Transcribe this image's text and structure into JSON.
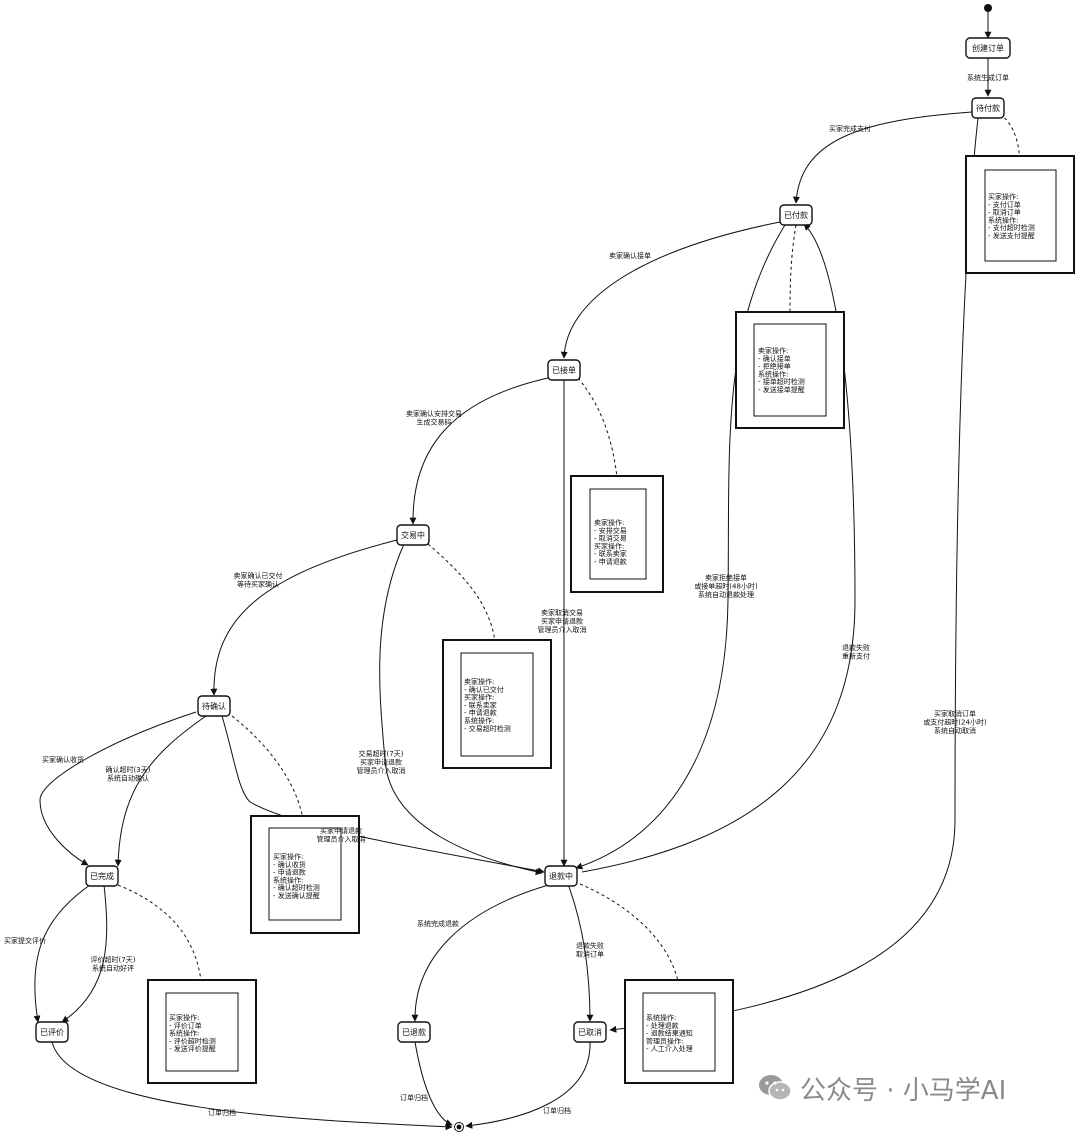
{
  "states": {
    "create": "创建订单",
    "pending_payment": "待付款",
    "paid": "已付款",
    "accepted": "已接单",
    "trading": "交易中",
    "pending_confirm": "待确认",
    "completed": "已完成",
    "reviewed": "已评价",
    "refunding": "退款中",
    "refunded": "已退款",
    "cancelled": "已取消"
  },
  "edges": {
    "create_to_pending": [
      "系统生成订单"
    ],
    "pending_to_paid": [
      "买家完成支付"
    ],
    "paid_to_accepted": [
      "卖家确认接单"
    ],
    "accepted_to_trading": [
      "卖家确认安排交易",
      "生成交易码"
    ],
    "trading_to_confirm": [
      "卖家确认已交付",
      "等待买家确认"
    ],
    "confirm_to_completed_buyer": [
      "买家确认收货"
    ],
    "confirm_to_completed_timeout": [
      "确认超时(3天)",
      "系统自动确认"
    ],
    "confirm_to_refunding": [
      "买家申请退款",
      "管理员介入取消"
    ],
    "trading_to_refunding": [
      "交易超时(7天)",
      "买家申请退款",
      "管理员介入取消"
    ],
    "accepted_to_refunding": [
      "卖家取消交易",
      "买家申请退款",
      "管理员介入取消"
    ],
    "paid_to_refunding": [
      "卖家拒绝接单",
      "或接单超时(48小时)",
      "系统自动退款处理"
    ],
    "refunding_to_paid": [
      "退款失败",
      "重新支付"
    ],
    "pending_to_cancelled": [
      "买家取消订单",
      "或支付超时(24小时)",
      "系统自动取消"
    ],
    "completed_to_reviewed_buyer": [
      "买家提交评价"
    ],
    "completed_to_reviewed_timeout": [
      "评价超时(7天)",
      "系统自动好评"
    ],
    "refunding_to_refunded": [
      "系统完成退款"
    ],
    "refunding_to_cancelled": [
      "退款失败",
      "取消订单"
    ],
    "reviewed_to_end": [
      "订单归档"
    ],
    "refunded_to_end": [
      "订单归档"
    ],
    "cancelled_to_end": [
      "订单归档"
    ]
  },
  "notes": {
    "pending_payment": [
      "买家操作:",
      "- 支付订单",
      "- 取消订单",
      "系统操作:",
      "- 支付超时检测",
      "- 发送支付提醒"
    ],
    "paid": [
      "卖家操作:",
      "- 确认接单",
      "- 拒绝接单",
      "系统操作:",
      "- 接单超时检测",
      "- 发送接单提醒"
    ],
    "accepted": [
      "卖家操作:",
      "- 安排交易",
      "- 取消交易",
      "买家操作:",
      "- 联系卖家",
      "- 申请退款"
    ],
    "trading": [
      "卖家操作:",
      "- 确认已交付",
      "买家操作:",
      "- 联系卖家",
      "- 申请退款",
      "系统操作:",
      "- 交易超时检测"
    ],
    "pending_confirm": [
      "买家操作:",
      "- 确认收货",
      "- 申请退款",
      "系统操作:",
      "- 确认超时检测",
      "- 发送确认提醒"
    ],
    "completed": [
      "买家操作:",
      "- 评价订单",
      "系统操作:",
      "- 评价超时检测",
      "- 发送评价提醒"
    ],
    "refunding": [
      "系统操作:",
      "- 处理退款",
      "- 退款结果通知",
      "管理员操作:",
      "- 人工介入处理"
    ]
  },
  "watermark": {
    "text": "公众号 · 小马学AI",
    "icon": "wechat-logo-icon"
  }
}
